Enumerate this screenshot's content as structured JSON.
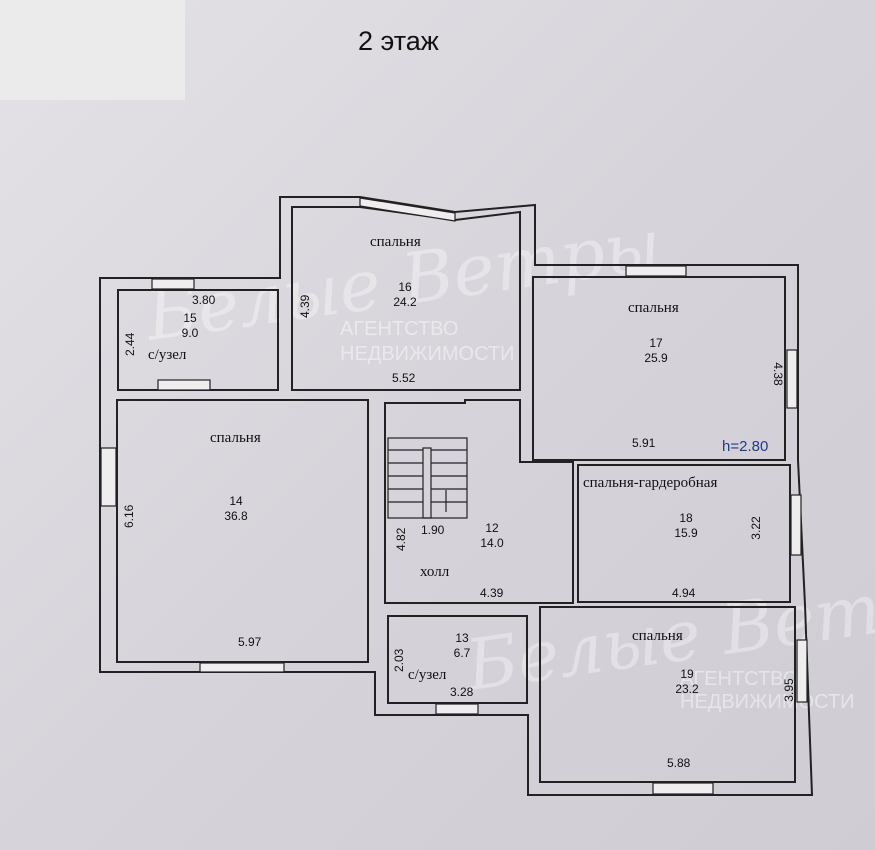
{
  "title": "2 этаж",
  "height_label": "h=2.80",
  "watermark": {
    "logo": "Белые Ветры",
    "line1": "АГЕНТСТВО",
    "line2": "НЕДВИЖИМОСТИ"
  },
  "rooms": [
    {
      "name": "с/узел",
      "number": "15",
      "area": "9.0",
      "dims": [
        "3.80",
        "2.44"
      ]
    },
    {
      "name": "спальня",
      "number": "16",
      "area": "24.2",
      "dims": [
        "4.39",
        "5.52"
      ]
    },
    {
      "name": "спальня",
      "number": "17",
      "area": "25.9",
      "dims": [
        "4.38",
        "5.91"
      ]
    },
    {
      "name": "спальня",
      "number": "14",
      "area": "36.8",
      "dims": [
        "6.16",
        "5.97"
      ]
    },
    {
      "name": "холл",
      "number": "12",
      "area": "14.0",
      "dims": [
        "4.82",
        "1.90",
        "4.39"
      ]
    },
    {
      "name": "спальня-гардеробная",
      "number": "18",
      "area": "15.9",
      "dims": [
        "3.22",
        "4.94"
      ]
    },
    {
      "name": "с/узел",
      "number": "13",
      "area": "6.7",
      "dims": [
        "2.03",
        "3.28"
      ]
    },
    {
      "name": "спальня",
      "number": "19",
      "area": "23.2",
      "dims": [
        "3.95",
        "5.88"
      ]
    }
  ]
}
